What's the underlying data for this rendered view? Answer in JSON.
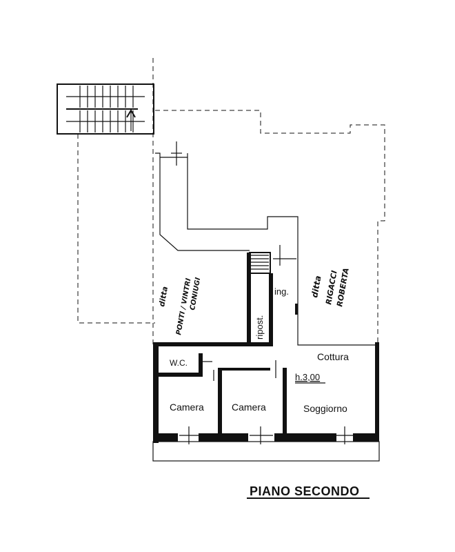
{
  "plan": {
    "title": "PIANO SECONDO",
    "rooms": {
      "wc": "W.C.",
      "camera_1": "Camera",
      "camera_2": "Camera",
      "soggiorno": "Soggiorno",
      "cottura": "Cottura",
      "ripost": "ripost.",
      "ing": "ing."
    },
    "height_label": "h.3,00",
    "neighbors": {
      "left_1": "ditta",
      "left_2": "PONTI / VINTRI",
      "left_3": "CONIUGI",
      "right_1": "ditta",
      "right_2": "RIGACCI",
      "right_3": "ROBERTA"
    }
  }
}
